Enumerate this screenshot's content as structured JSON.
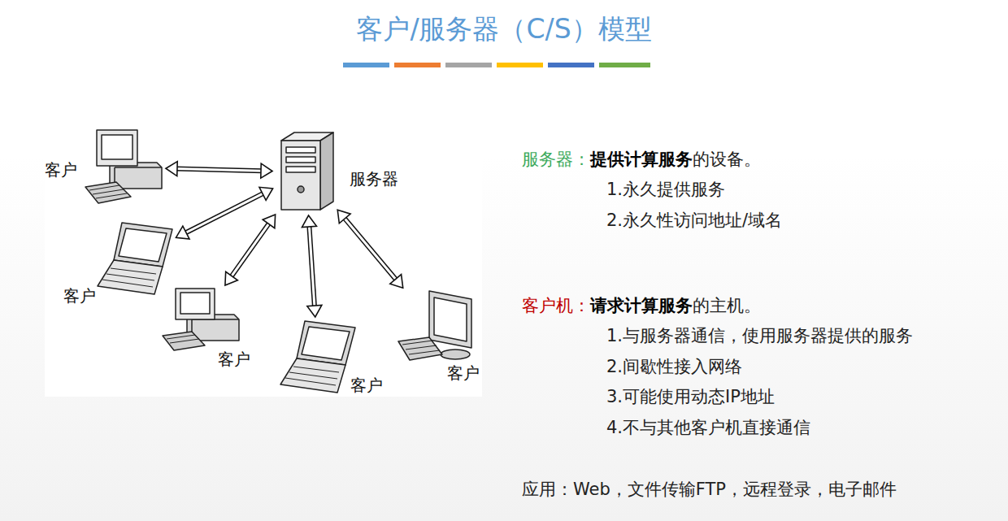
{
  "diagram": {
    "title": "客户/服务器（C/S）模型",
    "nodes": [
      {
        "text": [
          "客户"
        ]
      },
      {
        "text": [
          "服务器"
        ]
      },
      {
        "text": [
          "客户"
        ]
      },
      {
        "text": [
          "客户"
        ]
      },
      {
        "text": [
          "客户"
        ]
      },
      {
        "text": [
          "客户"
        ]
      }
    ],
    "edges": [
      {
        "from": 0,
        "to": 1,
        "arrow": "both"
      },
      {
        "from": 2,
        "to": 1,
        "arrow": "both"
      },
      {
        "from": 3,
        "to": 1,
        "arrow": "both"
      },
      {
        "from": 4,
        "to": 1,
        "arrow": "both"
      },
      {
        "from": 5,
        "to": 1,
        "arrow": "both"
      }
    ],
    "labels": [
      "服务器：",
      "提供计算服务",
      "的设备。",
      "1.永久提供服务",
      "2.永久性访问地址/域名",
      "客户机：",
      "请求计算服务",
      "的主机。",
      "1.与服务器通信，使用服务器提供的服务",
      "2.间歇性接入网络",
      "3.可能使用动态IP地址",
      "4.不与其他客户机直接通信",
      "应用：Web，文件传输FTP，远程登录，电子邮件"
    ]
  }
}
